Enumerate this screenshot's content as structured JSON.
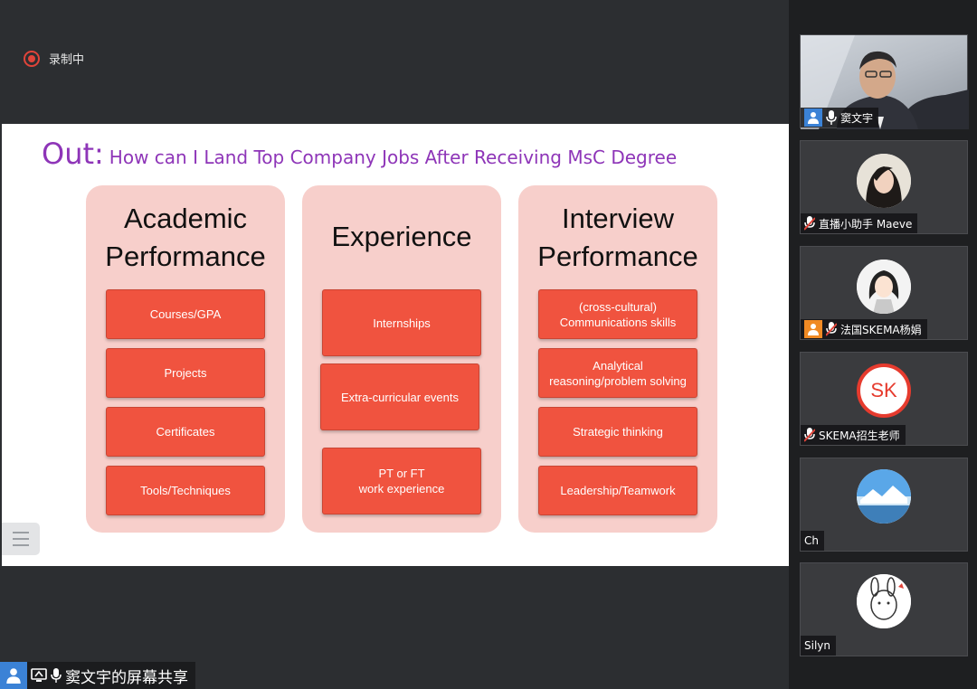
{
  "recording": {
    "label": "录制中"
  },
  "slide": {
    "title_prefix": "Out:",
    "title_question": "How can I Land Top Company Jobs After Receiving MsC Degree",
    "columns": [
      {
        "heading": "Academic\nPerformance",
        "items": [
          "Courses/GPA",
          "Projects",
          "Certificates",
          "Tools/Techniques"
        ]
      },
      {
        "heading": "Experience",
        "items": [
          "Internships",
          "Extra-curricular events",
          "PT or FT\nwork experience"
        ]
      },
      {
        "heading": "Interview\nPerformance",
        "items": [
          "(cross-cultural)\nCommunications skills",
          "Analytical\nreasoning/problem solving",
          "Strategic thinking",
          "Leadership/Teamwork"
        ]
      }
    ]
  },
  "participants": [
    {
      "name": "窦文宇",
      "mic": "on",
      "badge": "blue"
    },
    {
      "name": "直播小助手 Maeve",
      "mic": "muted"
    },
    {
      "name": "法国SKEMA杨娟",
      "mic": "muted",
      "badge": "orange"
    },
    {
      "name": "SKEMA招生老师",
      "mic": "muted",
      "avatar_text": "SK"
    },
    {
      "name": "Ch"
    },
    {
      "name": "Silyn"
    }
  ],
  "footer": {
    "label": "窦文宇的屏幕共享"
  },
  "colors": {
    "accent_purple": "#8e35b8",
    "box_red": "#f0533f",
    "column_pink": "#f7cfcb",
    "badge_blue": "#3b82d6"
  }
}
